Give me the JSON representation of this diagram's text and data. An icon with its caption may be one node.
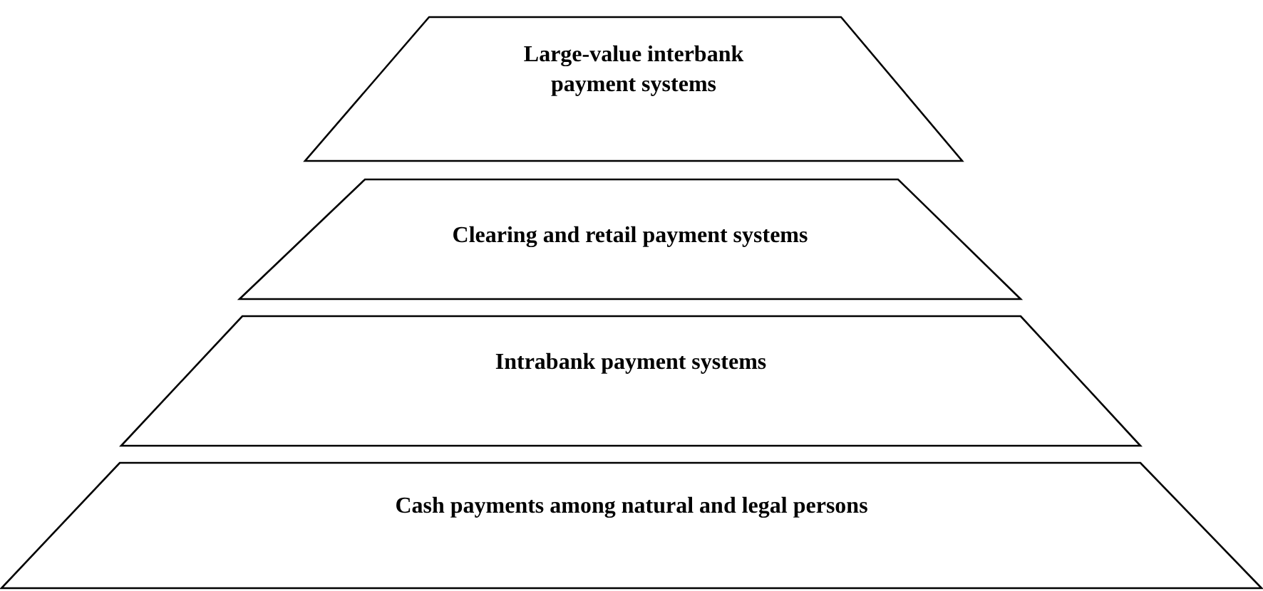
{
  "diagram": {
    "nodes": [
      {
        "text": [
          "Large-value interbank payment systems"
        ]
      },
      {
        "text": [
          "Clearing and retail payment systems"
        ]
      },
      {
        "text": [
          "Intrabank payment systems"
        ]
      },
      {
        "text": [
          "Cash payments among natural and legal persons"
        ]
      }
    ]
  }
}
